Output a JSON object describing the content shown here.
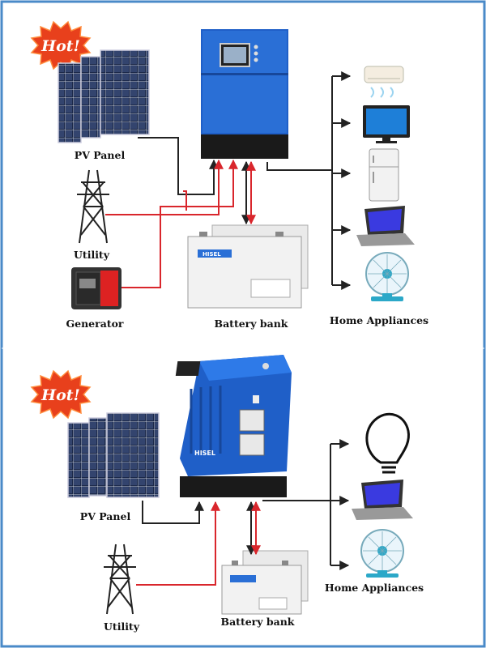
{
  "badges": {
    "hot": "Hot!"
  },
  "top": {
    "pv_panel": "PV Panel",
    "utility": "Utility",
    "generator": "Generator",
    "battery_bank": "Battery bank",
    "home_appliances": "Home Appliances",
    "brand": "HISEL"
  },
  "bottom": {
    "pv_panel": "PV Panel",
    "utility": "Utility",
    "battery_bank": "Battery bank",
    "home_appliances": "Home Appliances",
    "brand": "HISEL"
  },
  "colors": {
    "inverter_blue": "#1f5fc8",
    "ac_wire": "#d9262c",
    "dc_wire": "#222222",
    "border": "#4a8ac8",
    "hot_badge": "#e8401c"
  },
  "icons": [
    "hot-badge-icon",
    "solar-panel-icon",
    "transmission-tower-icon",
    "generator-icon",
    "battery-icon",
    "air-conditioner-icon",
    "tv-icon",
    "fridge-icon",
    "laptop-icon",
    "fan-icon",
    "light-bulb-icon",
    "inverter-icon"
  ]
}
